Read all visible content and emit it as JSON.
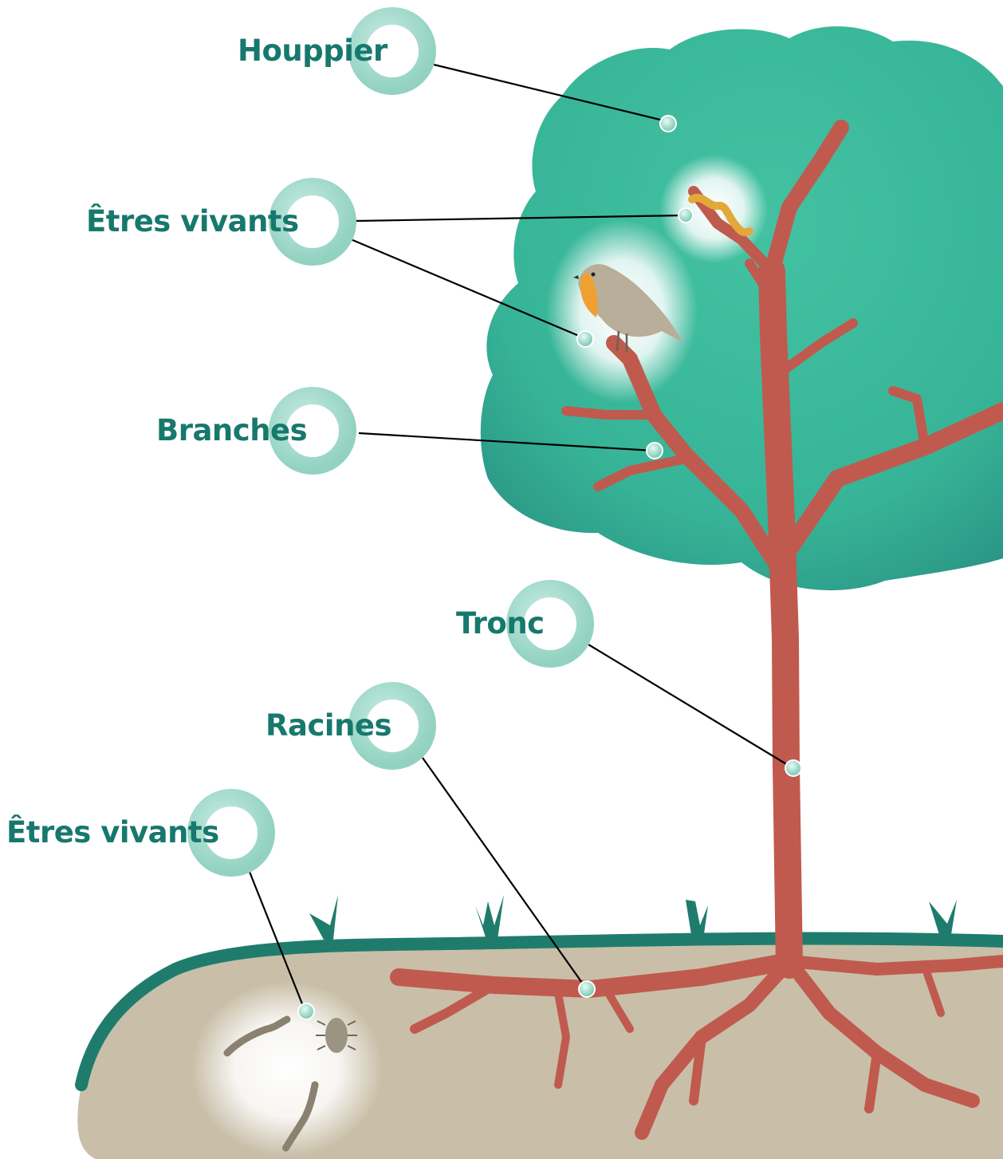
{
  "labels": {
    "houppier": "Houppier",
    "etres_vivants_arbre": "Êtres vivants",
    "branches": "Branches",
    "tronc": "Tronc",
    "racines": "Racines",
    "etres_vivants_sol": "Êtres vivants"
  },
  "colors": {
    "label_text": "#17786d",
    "crown": "#3fbf9f",
    "crown_dark": "#2a9a88",
    "wood": "#c05a4e",
    "soil": "#c9bfa8",
    "soil_edge": "#1f7c6d",
    "ring": "#a8dccf",
    "leader_line": "#000000"
  }
}
